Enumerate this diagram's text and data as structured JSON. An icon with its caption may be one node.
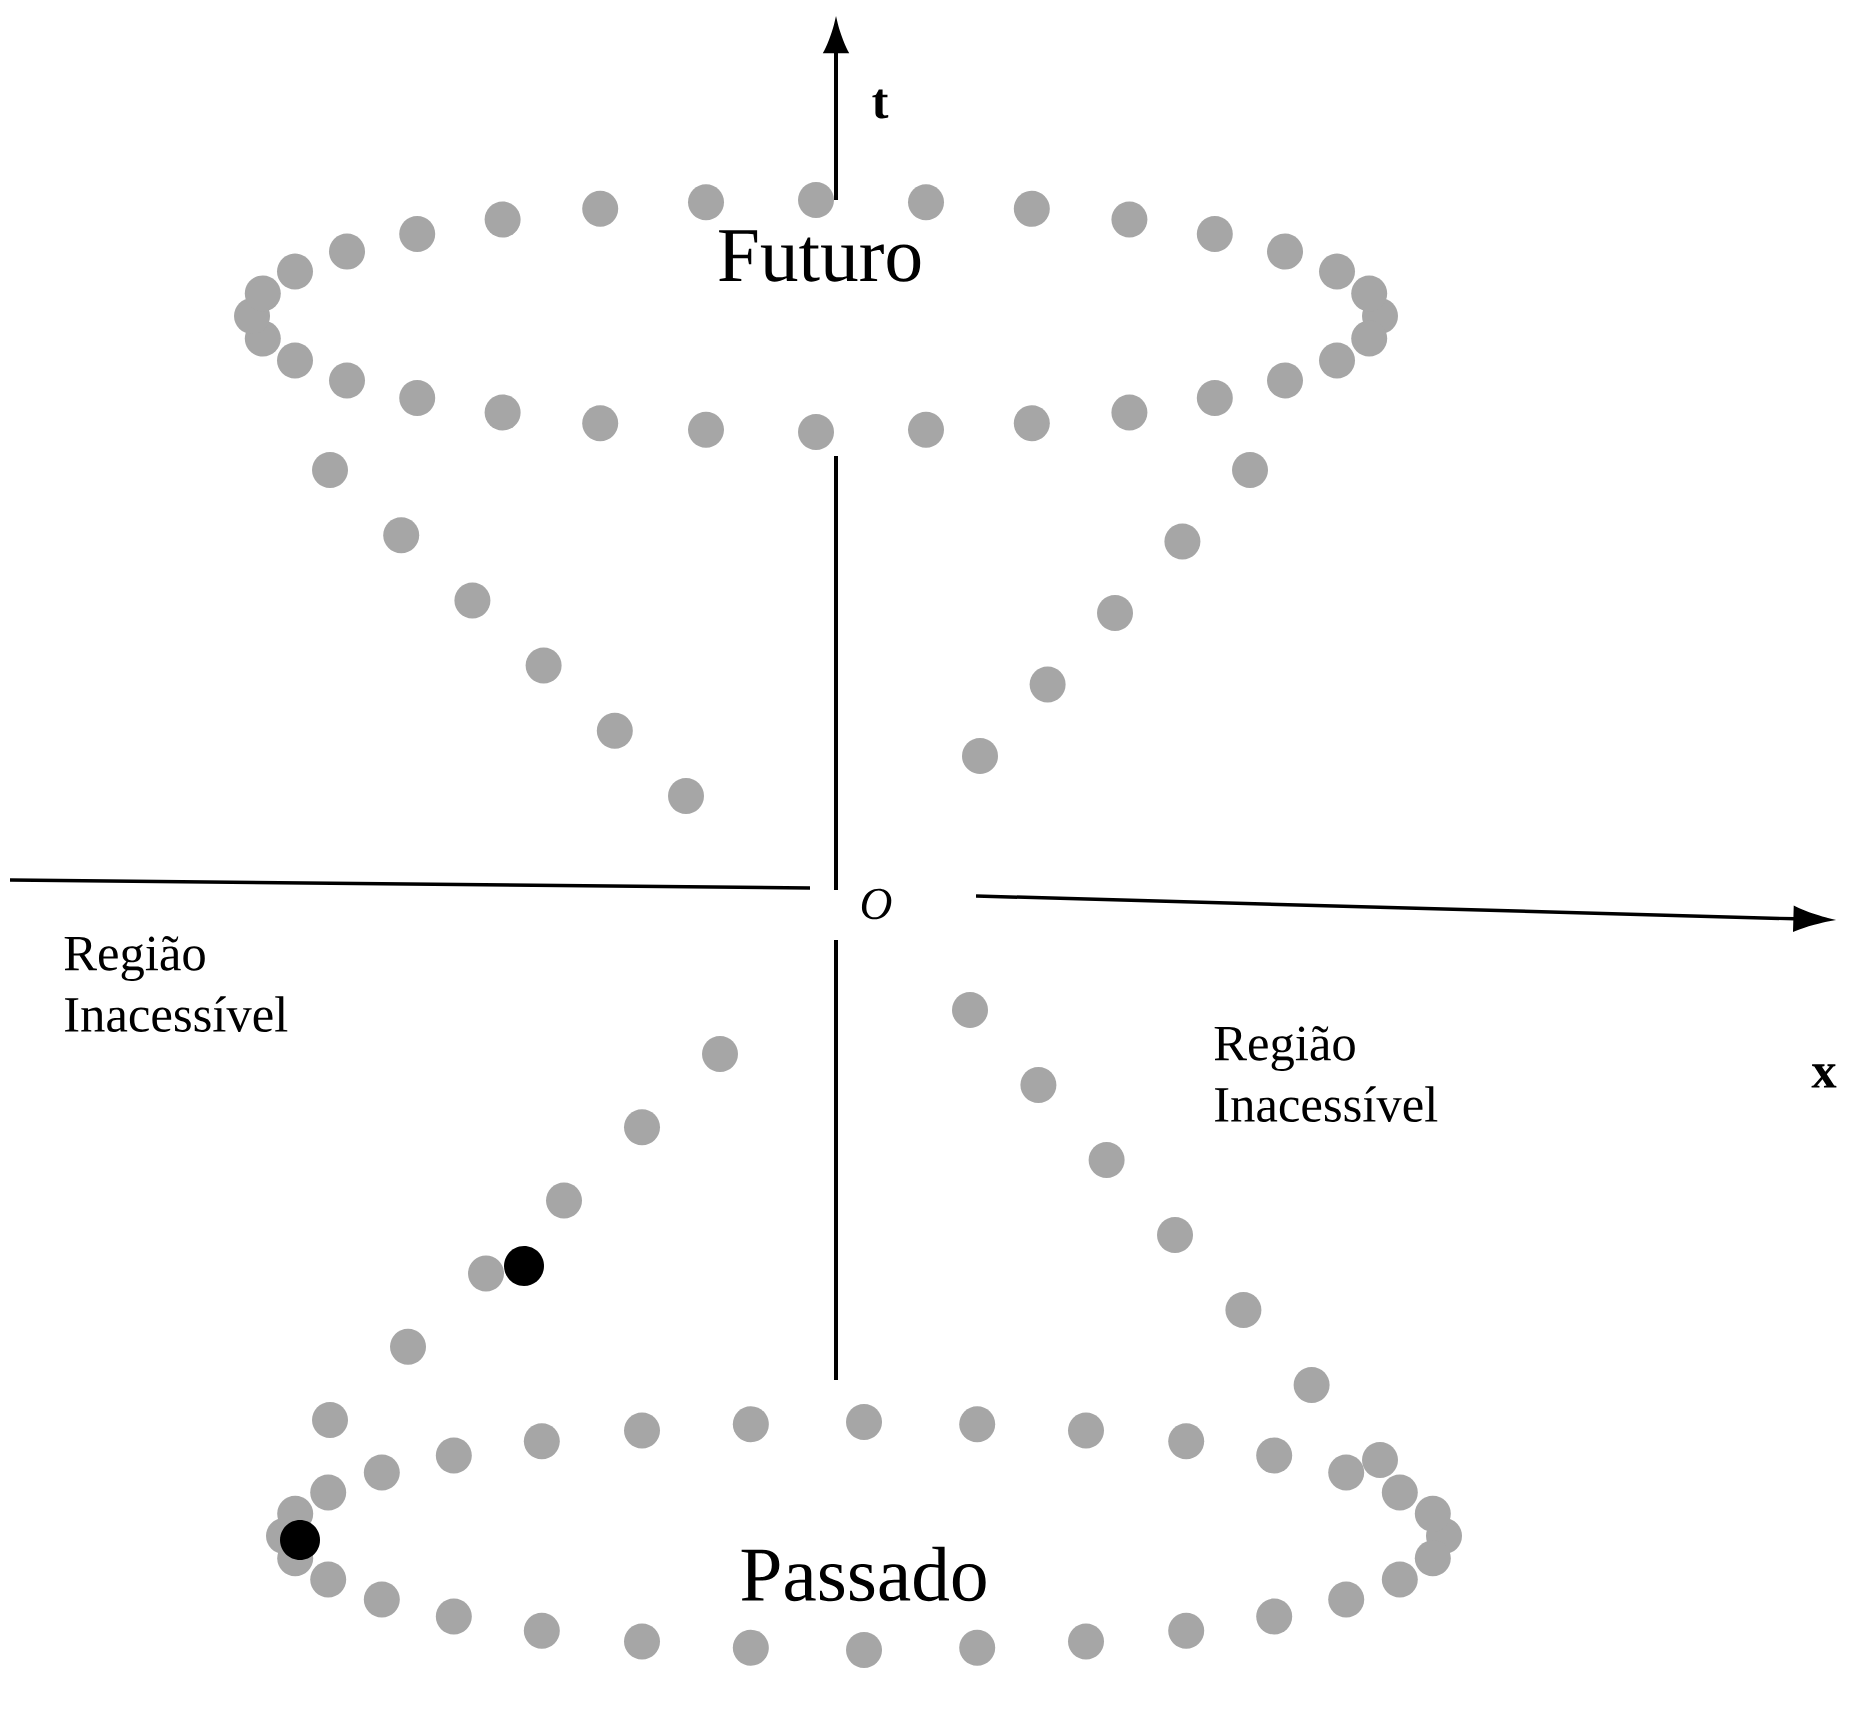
{
  "diagram": {
    "labels": [
      "t",
      "Futuro",
      "O",
      "Região Inacessível",
      "Região Inacessível",
      "x",
      "Passado"
    ]
  }
}
